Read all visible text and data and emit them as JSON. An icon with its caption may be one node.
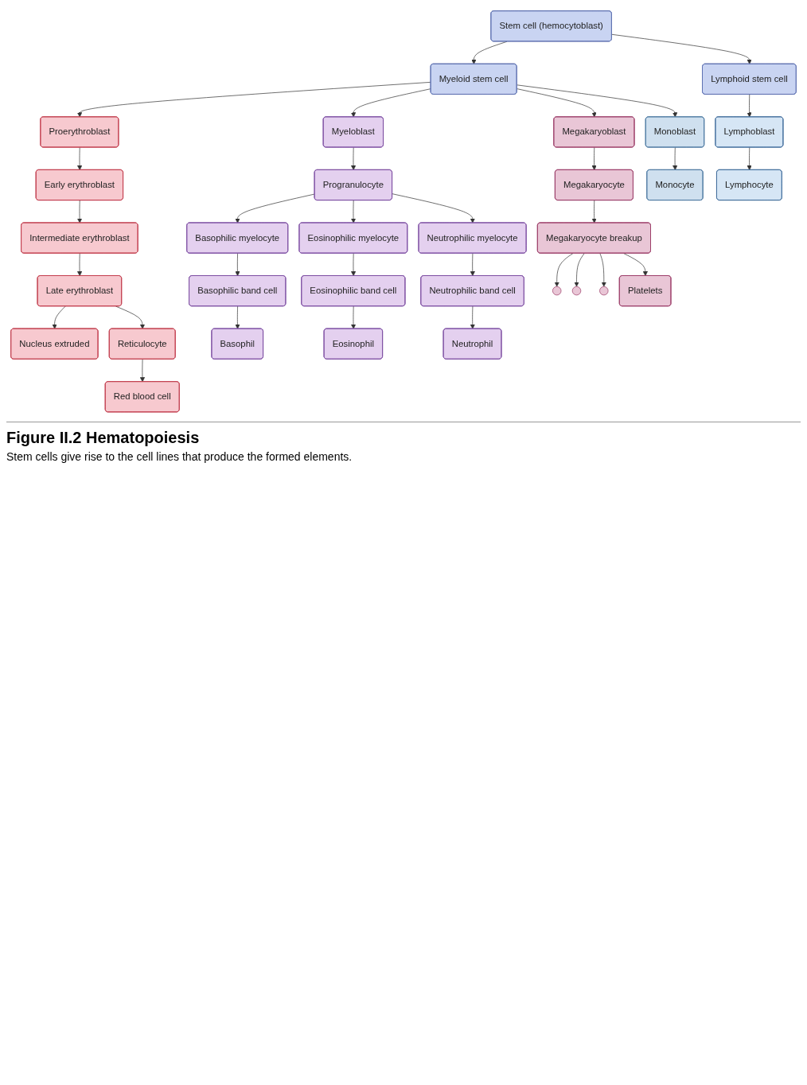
{
  "diagram": {
    "title": "Figure II.2 Hematopoiesis",
    "caption": "Stem cells give rise to the cell lines that produce the formed elements.",
    "nodes": [
      {
        "text": [
          "Stem cell (hemocytoblast)"
        ]
      },
      {
        "text": [
          "Myeloid stem cell"
        ]
      },
      {
        "text": [
          "Lymphoid stem cell"
        ]
      },
      {
        "text": [
          "Proerythroblast"
        ]
      },
      {
        "text": [
          "Megakaryoblast"
        ]
      },
      {
        "text": [
          "Myeloblast"
        ]
      },
      {
        "text": [
          "Monoblast"
        ]
      },
      {
        "text": [
          "Lymphoblast"
        ]
      },
      {
        "text": [
          "Early erythroblast"
        ]
      },
      {
        "text": [
          "Progranulocyte"
        ]
      },
      {
        "text": [
          "Megakaryocyte"
        ]
      },
      {
        "text": [
          "Basophilic myelocyte"
        ]
      },
      {
        "text": [
          "Eosinophilic myelocyte"
        ]
      },
      {
        "text": [
          "Neutrophilic myelocyte"
        ]
      },
      {
        "text": [
          "Intermediate erythroblast"
        ]
      },
      {
        "text": [
          "Late erythroblast"
        ]
      },
      {
        "text": [
          "Megakaryocyte breakup"
        ]
      },
      {
        "text": [
          "Nucleus extruded"
        ]
      },
      {
        "text": [
          "Reticulocyte"
        ]
      },
      {
        "text": [
          "Basophilic band cell"
        ]
      },
      {
        "text": [
          "Eosinophilic band cell"
        ]
      },
      {
        "text": [
          "Neutrophilic band cell"
        ]
      },
      {
        "text": [],
        "shape": "circle"
      },
      {
        "text": [],
        "shape": "circle"
      },
      {
        "text": [],
        "shape": "circle"
      },
      {
        "text": [
          "Platelets"
        ]
      },
      {
        "text": [
          "Monocyte"
        ]
      },
      {
        "text": [
          "Red blood cell"
        ]
      },
      {
        "text": [
          "Basophil"
        ]
      },
      {
        "text": [
          "Eosinophil"
        ]
      },
      {
        "text": [
          "Neutrophil"
        ]
      },
      {
        "text": [
          "Lymphocyte"
        ]
      }
    ],
    "edges": [
      {
        "from": 0,
        "to": 1,
        "arrow": "to"
      },
      {
        "from": 0,
        "to": 2,
        "arrow": "to"
      },
      {
        "from": 1,
        "to": 3,
        "arrow": "to"
      },
      {
        "from": 1,
        "to": 4,
        "arrow": "to"
      },
      {
        "from": 1,
        "to": 5,
        "arrow": "to"
      },
      {
        "from": 1,
        "to": 6,
        "arrow": "to"
      },
      {
        "from": 2,
        "to": 7,
        "arrow": "to"
      },
      {
        "from": 3,
        "to": 8,
        "arrow": "to"
      },
      {
        "from": 8,
        "to": 14,
        "arrow": "to"
      },
      {
        "from": 14,
        "to": 15,
        "arrow": "to"
      },
      {
        "from": 15,
        "to": 17,
        "arrow": "to"
      },
      {
        "from": 15,
        "to": 18,
        "arrow": "to"
      },
      {
        "from": 18,
        "to": 27,
        "arrow": "to"
      },
      {
        "from": 4,
        "to": 10,
        "arrow": "to"
      },
      {
        "from": 10,
        "to": 16,
        "arrow": "to"
      },
      {
        "from": 16,
        "to": 22,
        "arrow": "to"
      },
      {
        "from": 16,
        "to": 23,
        "arrow": "to"
      },
      {
        "from": 16,
        "to": 24,
        "arrow": "to"
      },
      {
        "from": 16,
        "to": 25,
        "arrow": "to"
      },
      {
        "from": 5,
        "to": 9,
        "arrow": "to"
      },
      {
        "from": 9,
        "to": 11,
        "arrow": "to"
      },
      {
        "from": 9,
        "to": 12,
        "arrow": "to"
      },
      {
        "from": 9,
        "to": 13,
        "arrow": "to"
      },
      {
        "from": 11,
        "to": 19,
        "arrow": "to"
      },
      {
        "from": 12,
        "to": 20,
        "arrow": "to"
      },
      {
        "from": 13,
        "to": 21,
        "arrow": "to"
      },
      {
        "from": 19,
        "to": 28,
        "arrow": "to"
      },
      {
        "from": 20,
        "to": 29,
        "arrow": "to"
      },
      {
        "from": 21,
        "to": 30,
        "arrow": "to"
      },
      {
        "from": 6,
        "to": 26,
        "arrow": "to"
      },
      {
        "from": 7,
        "to": 31,
        "arrow": "to"
      }
    ]
  }
}
